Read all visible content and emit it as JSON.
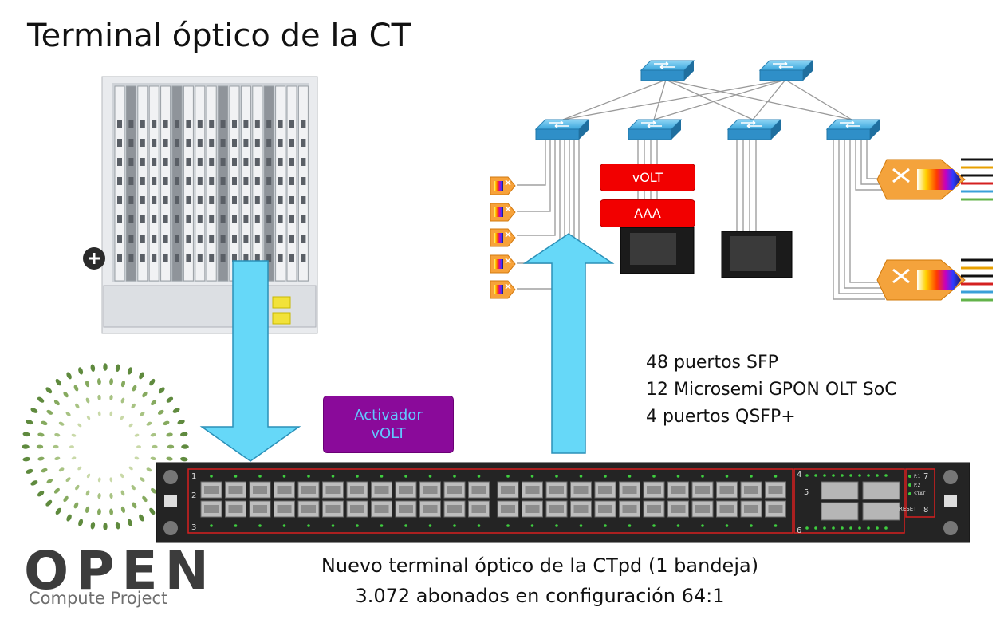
{
  "title": "Terminal óptico de la CT",
  "specs": [
    "48 puertos SFP",
    "12 Microsemi GPON OLT SoC",
    "4 puertos QSFP+"
  ],
  "caption": [
    "Nuevo terminal óptico de la CTpd (1 bandeja)",
    "3.072 abonados en configuración 64:1"
  ],
  "activator": {
    "line1": "Activador",
    "line2": "vOLT"
  },
  "server_labels": {
    "volt": "vOLT",
    "aaa": "AAA"
  },
  "logo": {
    "word": "OPEN",
    "sub": "Compute Project"
  },
  "switch_panel": {
    "port_groups": [
      "1",
      "2",
      "3"
    ],
    "qsfp_groups": [
      "4",
      "5",
      "6"
    ],
    "leds": [
      "P.1",
      "P.2",
      "STAT"
    ],
    "reset": "RESET",
    "bay_numbers": [
      "7",
      "8"
    ]
  },
  "colors": {
    "arrow": "#66d8f8",
    "switch_icon": "#4ab0e0",
    "activator": "#8a0a9a",
    "server_tag": "#f20000"
  }
}
